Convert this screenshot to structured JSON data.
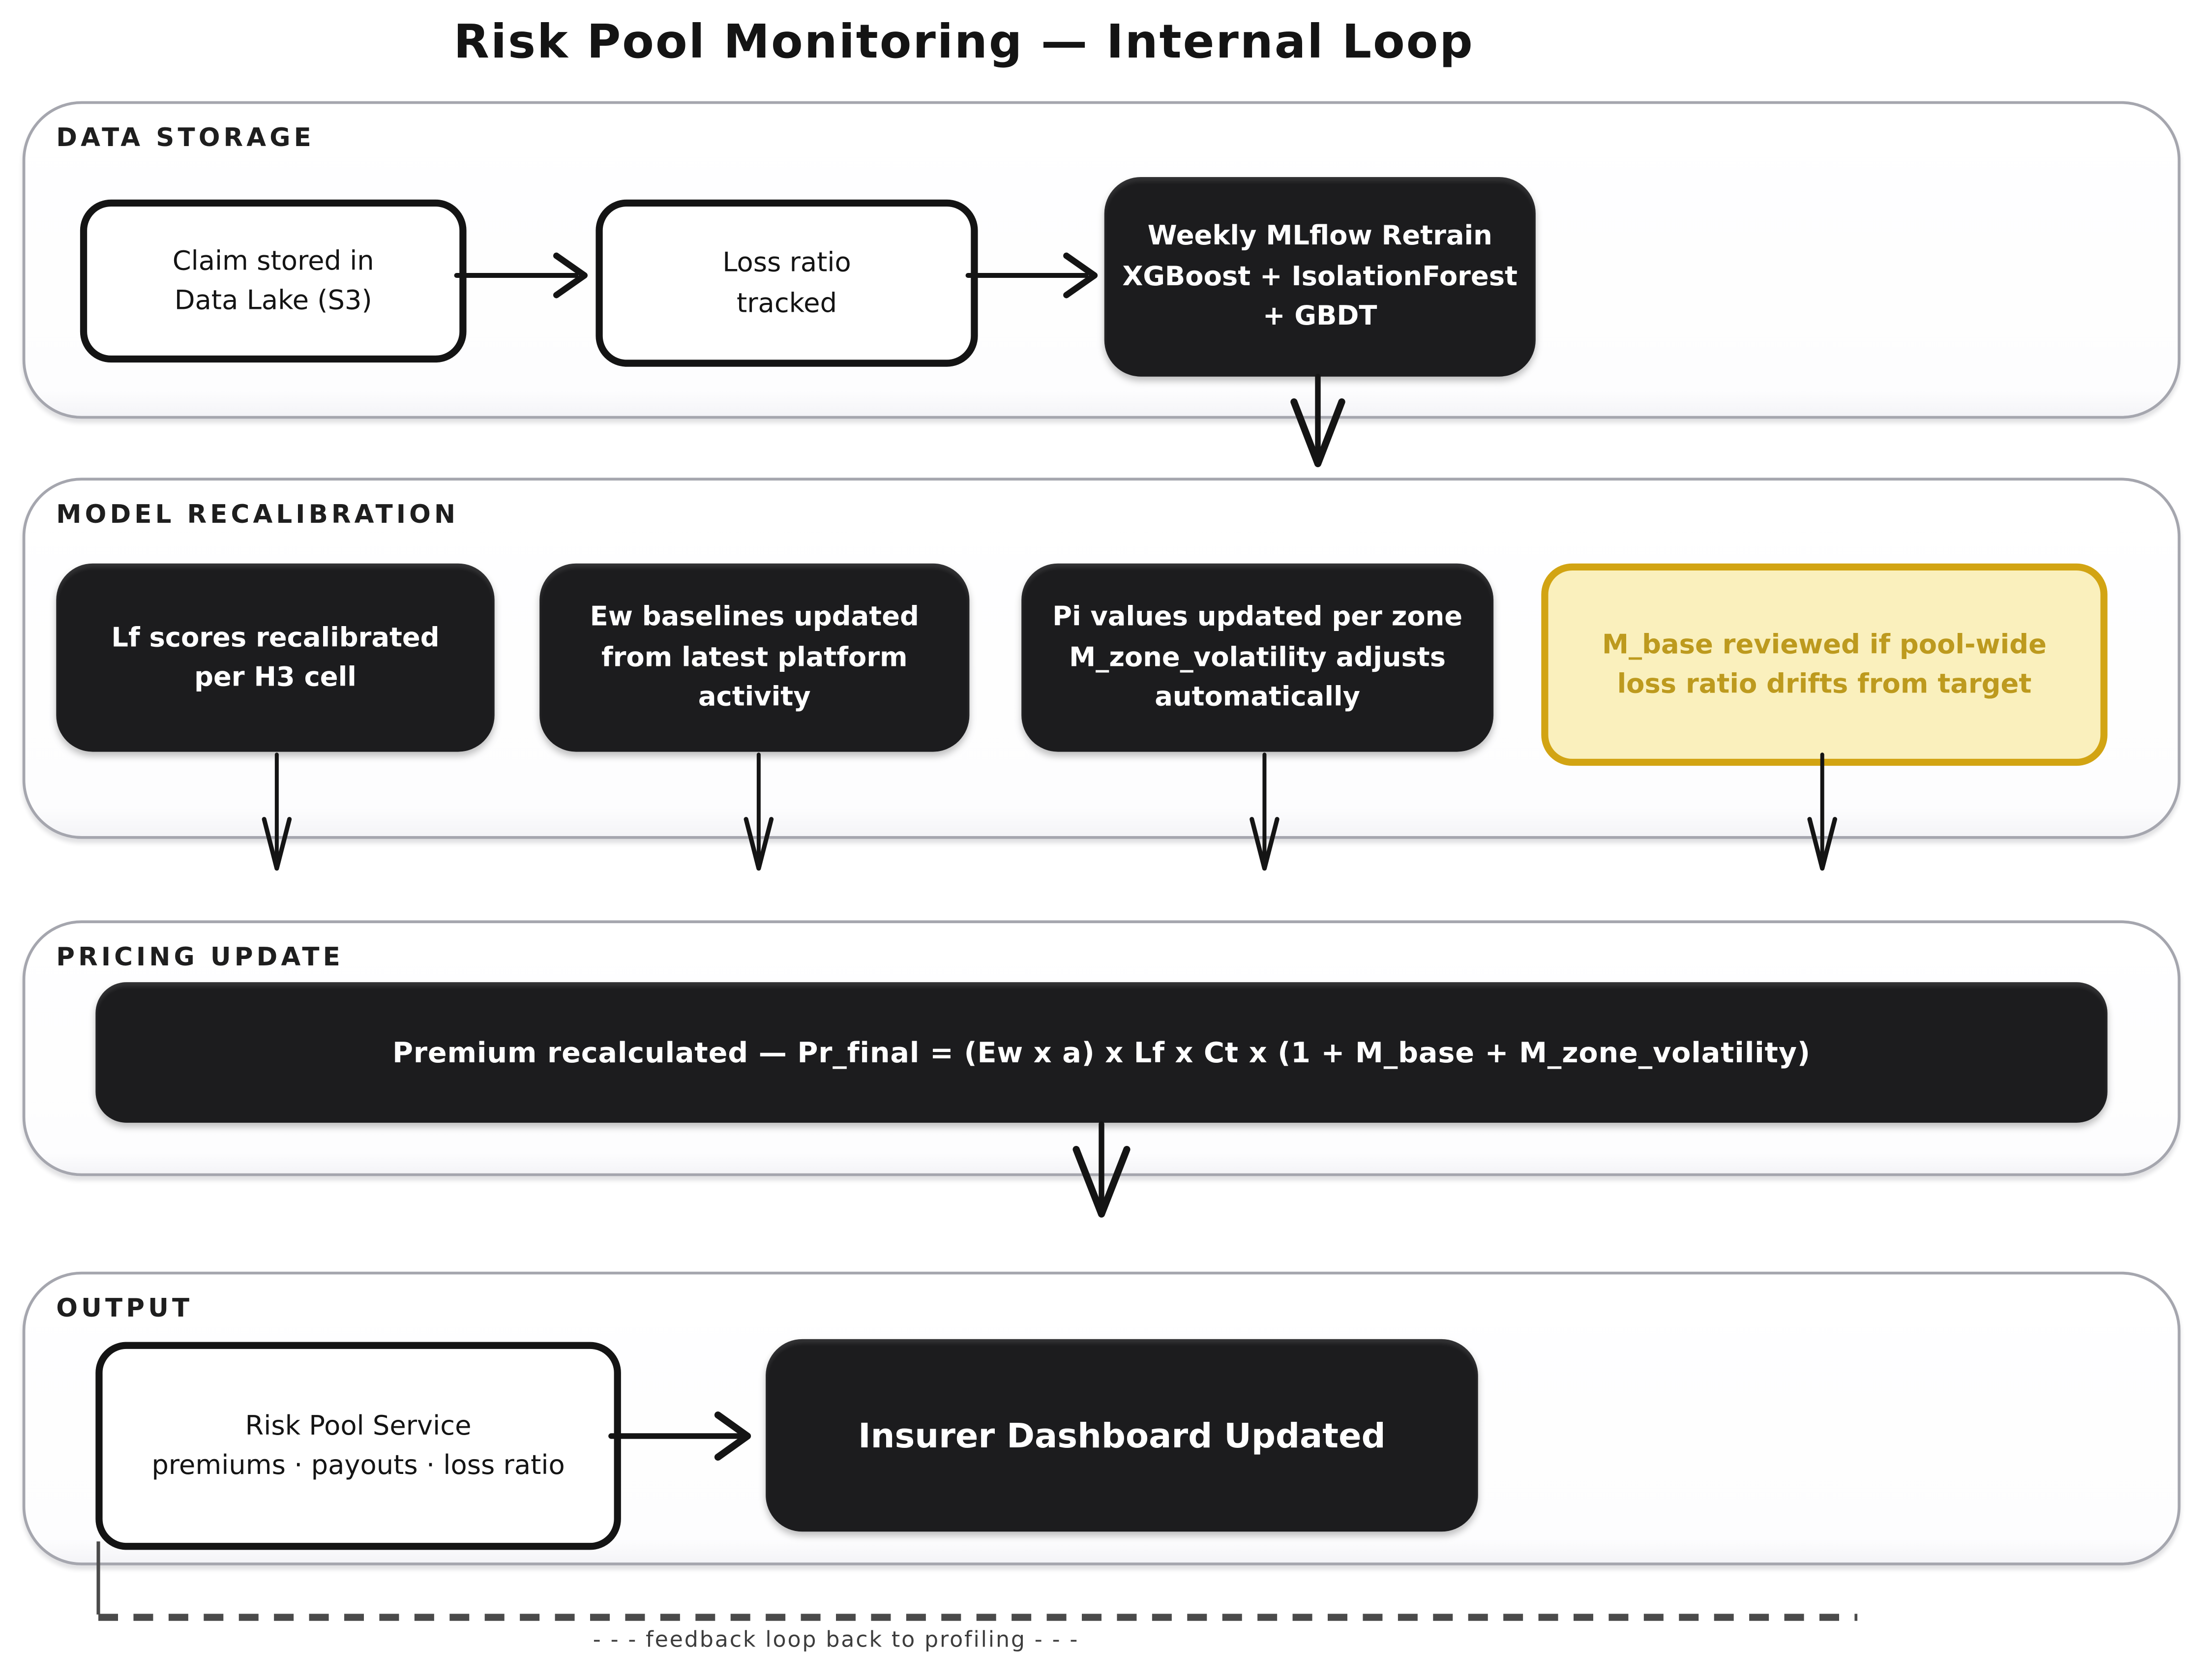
{
  "title": "Risk Pool Monitoring — Internal Loop",
  "sections": {
    "data_storage": {
      "label": "DATA STORAGE",
      "nodes": {
        "claim_stored": "Claim stored in\nData Lake (S3)",
        "loss_ratio_tracked": "Loss ratio\ntracked",
        "weekly_retrain": "Weekly MLflow Retrain\nXGBoost + IsolationForest\n+ GBDT"
      }
    },
    "model_recalibration": {
      "label": "MODEL RECALIBRATION",
      "nodes": {
        "lf_scores": "Lf scores recalibrated\nper H3 cell",
        "ew_baselines": "Ew baselines updated\nfrom latest platform\nactivity",
        "pi_values": "Pi values updated per zone\nM_zone_volatility adjusts\nautomatically",
        "m_base_review": "M_base reviewed if pool-wide\nloss ratio drifts from target"
      }
    },
    "pricing_update": {
      "label": "PRICING UPDATE",
      "formula": "Premium recalculated  —  Pr_final = (Ew x a) x Lf x Ct x (1 + M_base + M_zone_volatility)"
    },
    "output": {
      "label": "OUTPUT",
      "nodes": {
        "risk_pool_service": "Risk Pool Service\npremiums · payouts · loss ratio",
        "insurer_dashboard": "Insurer Dashboard Updated"
      }
    }
  },
  "feedback": {
    "label": "- - - feedback loop back to profiling - - -"
  },
  "colors": {
    "ink": "#141414",
    "box_dark": "#1c1c1e",
    "box_text": "#ffffff",
    "yellow_fill": "#faf0bd",
    "yellow_border": "#d2a413",
    "yellow_text": "#bd9a1e",
    "container_border": "#a5a6ae",
    "feedback": "#4a4a4a"
  }
}
